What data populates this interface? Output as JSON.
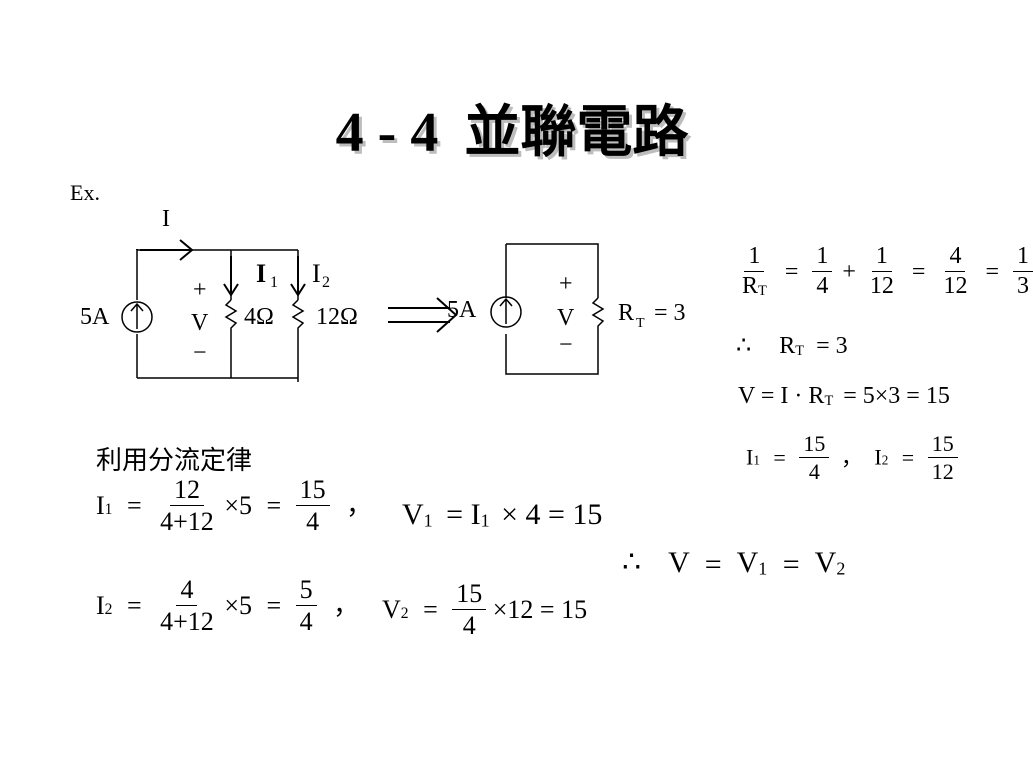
{
  "title": {
    "number": "4 - 4",
    "text": "並聯電路"
  },
  "example_label": "Ex.",
  "circuit1": {
    "current_label": "I",
    "source_label": "5A",
    "plus": "+",
    "minus": "−",
    "voltage": "V",
    "i1_label": "I",
    "i1_sub": "1",
    "i2_label": "I",
    "i2_sub": "2",
    "r1_label": "4Ω",
    "r2_label": "12Ω"
  },
  "circuit2": {
    "source_label": "5A",
    "plus": "+",
    "minus": "−",
    "voltage": "V",
    "rt_label": "R",
    "rt_sub": "T",
    "rt_value": "= 3"
  },
  "equations": {
    "recip": {
      "one": "1",
      "R": "R",
      "T": "T",
      "four": "4",
      "twelve": "12",
      "four_n": "4",
      "three": "3",
      "eq": "=",
      "plus": "+"
    },
    "therefore_rt": {
      "therefore": "∴",
      "R": "R",
      "T": "T",
      "value": "= 3"
    },
    "v_line": {
      "lhs": "V = I · R",
      "T": "T",
      "rhs": "= 5×3 = 15"
    },
    "currents": {
      "I": "I",
      "one": "1",
      "two": "2",
      "eq": "=",
      "n1": "15",
      "d1": "4",
      "comma": "，",
      "n2": "15",
      "d2": "12"
    }
  },
  "method_label": "利用分流定律",
  "divider": {
    "I": "I",
    "sub1": "1",
    "sub2": "2",
    "eq": "=",
    "n12": "12",
    "den": "4+12",
    "times5": "×5",
    "n15": "15",
    "d4": "4",
    "comma": "，",
    "V": "V",
    "v1_mid": "= I",
    "v1_tail": "× 4 = 15",
    "n4": "4",
    "n5": "5",
    "v2_n": "15",
    "v2_d": "4",
    "v2_tail": "×12 = 15"
  },
  "conclusion": {
    "therefore": "∴",
    "V": "V",
    "eq": "=",
    "one": "1",
    "two": "2"
  }
}
